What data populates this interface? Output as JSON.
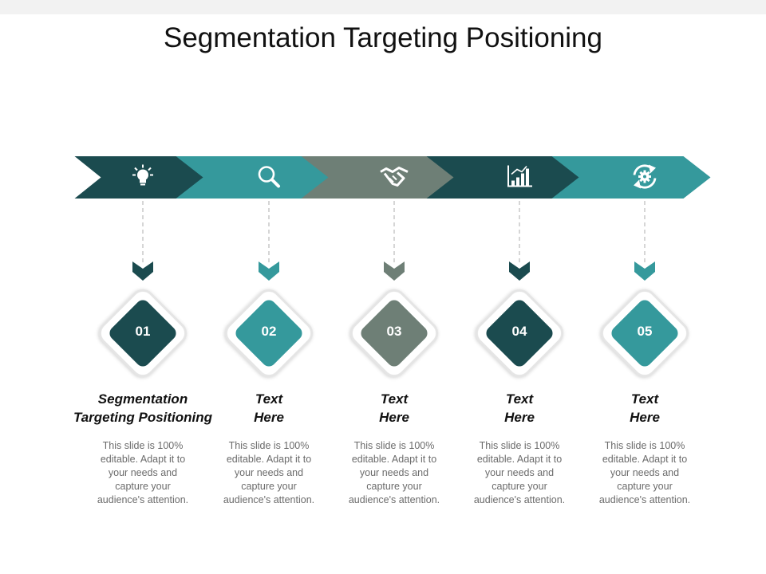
{
  "title": "Segmentation Targeting Positioning",
  "colors": {
    "dark_teal": "#1b4b4f",
    "teal": "#35999c",
    "grey_green": "#6e7f76",
    "dashed_line": "#c9c9c9",
    "frame": "#e5e5e5"
  },
  "steps": [
    {
      "number": "01",
      "icon": "lightbulb-icon",
      "color": "#1b4b4f",
      "heading_lines": [
        "Segmentation",
        "Targeting Positioning"
      ],
      "description": [
        "This slide is 100%",
        "editable. Adapt it to",
        "your needs and",
        "capture your",
        "audience's attention."
      ]
    },
    {
      "number": "02",
      "icon": "magnifier-icon",
      "color": "#35999c",
      "heading_lines": [
        "Text",
        "Here"
      ],
      "description": [
        "This slide is 100%",
        "editable. Adapt it to",
        "your needs and",
        "capture your",
        "audience's attention."
      ]
    },
    {
      "number": "03",
      "icon": "handshake-icon",
      "color": "#6e7f76",
      "heading_lines": [
        "Text",
        "Here"
      ],
      "description": [
        "This slide is 100%",
        "editable. Adapt it to",
        "your needs and",
        "capture your",
        "audience's attention."
      ]
    },
    {
      "number": "04",
      "icon": "growth-chart-icon",
      "color": "#1b4b4f",
      "heading_lines": [
        "Text",
        "Here"
      ],
      "description": [
        "This slide is 100%",
        "editable. Adapt it to",
        "your needs and",
        "capture your",
        "audience's attention."
      ]
    },
    {
      "number": "05",
      "icon": "gear-refresh-icon",
      "color": "#35999c",
      "heading_lines": [
        "Text",
        "Here"
      ],
      "description": [
        "This slide is 100%",
        "editable. Adapt it to",
        "your needs and",
        "capture your",
        "audience's attention."
      ]
    }
  ]
}
